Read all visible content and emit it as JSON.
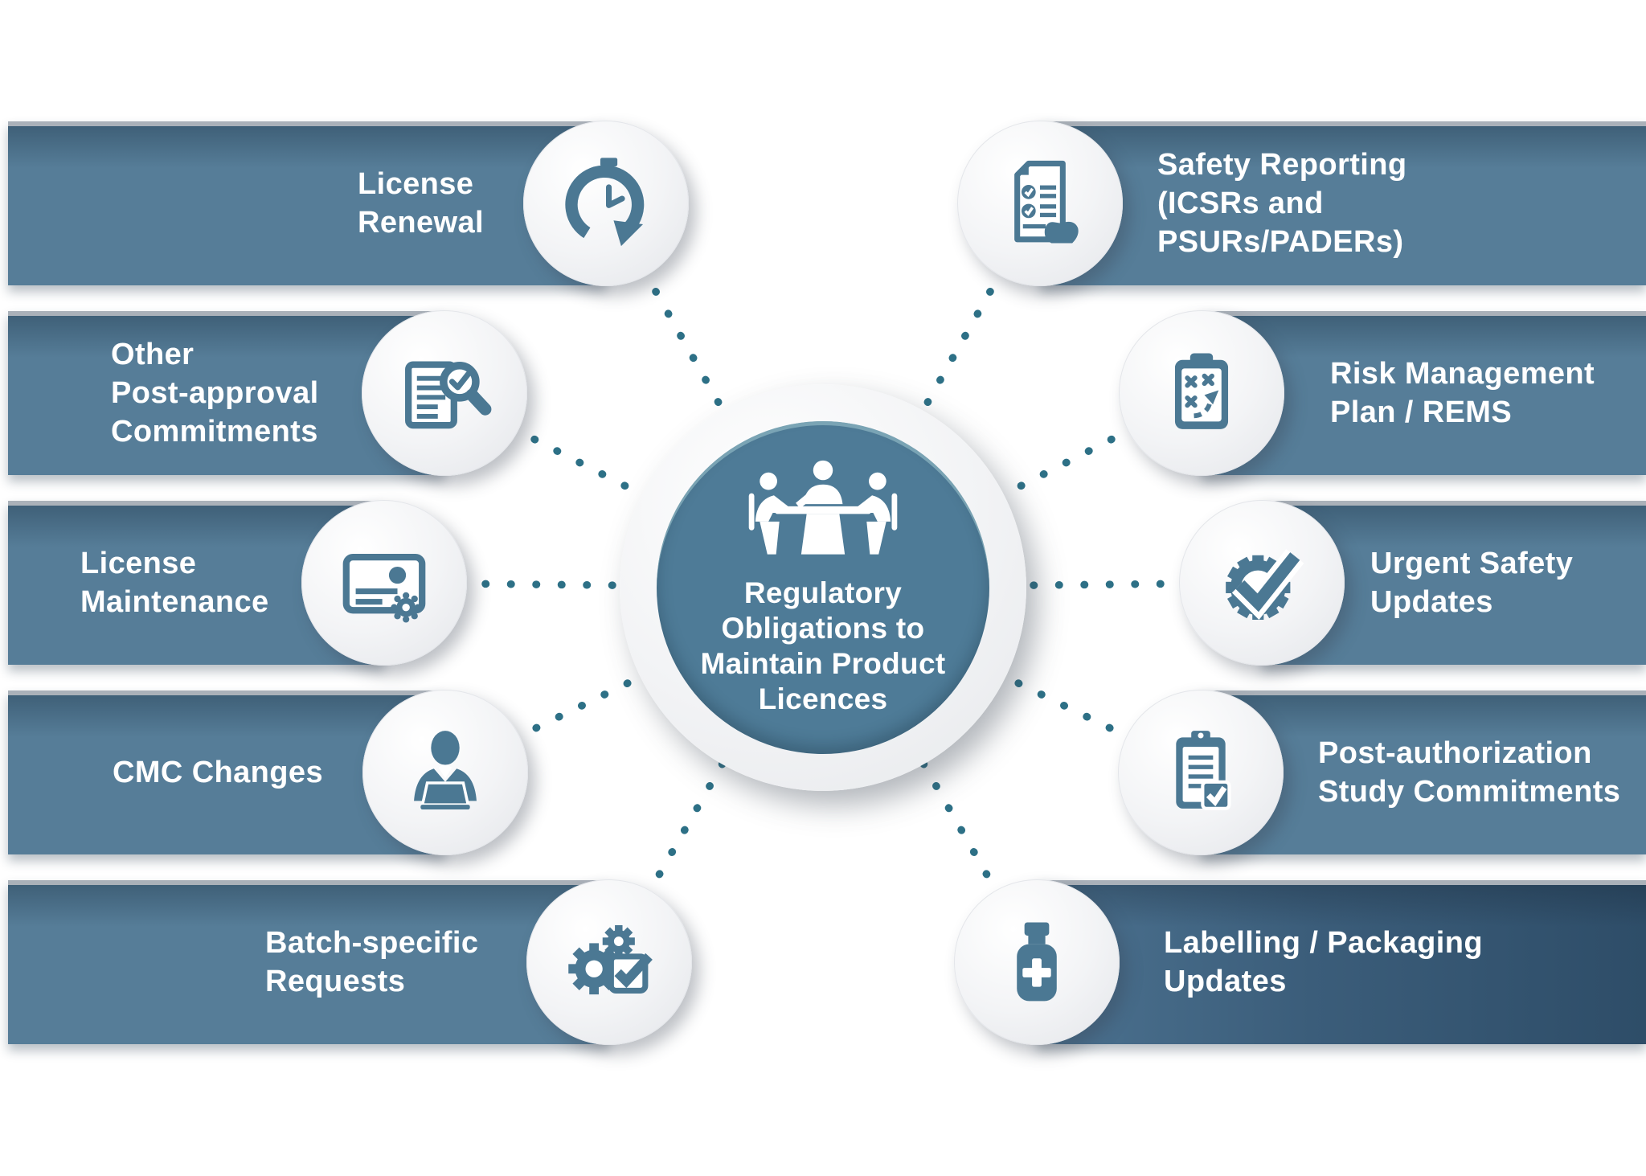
{
  "title": "Regulatory Obligations to Maintain Product Licences",
  "colors": {
    "bar_blue": "#567d98",
    "bar_top_shade": "#3f6078",
    "bar_edge_gray": "#aab1b9",
    "bar_dark_navy": "#2e4d68",
    "dot_teal": "#2d7086",
    "icon_blue": "#4b7893",
    "center_circle_blue": "#4e7b97",
    "circle_white": "#f3f4f6",
    "text_white": "#ffffff"
  },
  "center": {
    "icon": "meeting-table-icon",
    "label": "Regulatory\nObligations to\nMaintain Product\nLicences"
  },
  "left_items": [
    {
      "label": "License\nRenewal",
      "icon": "renewal-stopwatch-icon"
    },
    {
      "label": "Other\nPost-approval\nCommitments",
      "icon": "document-magnifier-icon"
    },
    {
      "label": "License\nMaintenance",
      "icon": "license-certificate-icon"
    },
    {
      "label": "CMC Changes",
      "icon": "person-laptop-icon"
    },
    {
      "label": "Batch-specific\nRequests",
      "icon": "gears-checkbox-icon"
    }
  ],
  "right_items": [
    {
      "label": "Safety Reporting\n(ICSRs and\nPSURs/PADERs)",
      "icon": "checklist-hand-icon"
    },
    {
      "label": "Risk Management\nPlan / REMS",
      "icon": "clipboard-strategy-icon"
    },
    {
      "label": "Urgent Safety\nUpdates",
      "icon": "gear-checkmark-icon"
    },
    {
      "label": "Post-authorization\nStudy Commitments",
      "icon": "clipboard-checklist-icon"
    },
    {
      "label": "Labelling / Packaging\nUpdates",
      "icon": "medicine-bottle-icon"
    }
  ]
}
